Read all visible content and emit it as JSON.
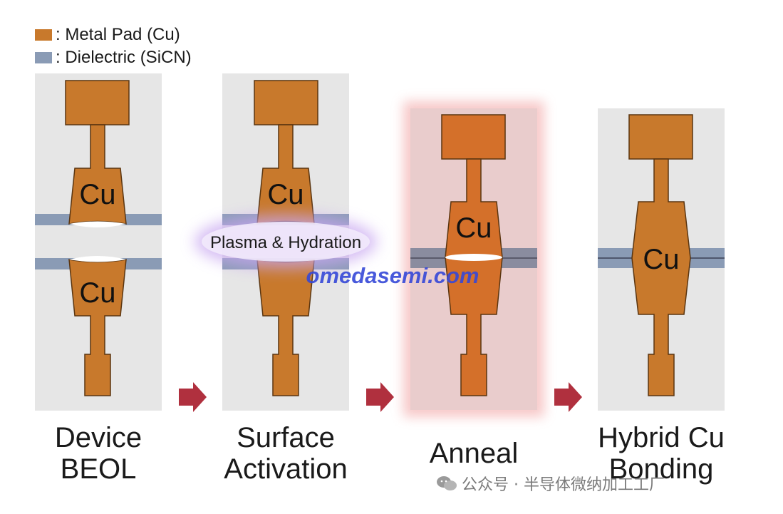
{
  "legend": {
    "items": [
      {
        "label": ": Metal Pad (Cu)",
        "color": "#C8792C"
      },
      {
        "label": ": Dielectric (SiCN)",
        "color": "#8A9BB5"
      }
    ]
  },
  "stages": [
    {
      "label": "Device\nBEOL"
    },
    {
      "label": "Surface\nActivation"
    },
    {
      "label": "Anneal"
    },
    {
      "label": "Hybrid Cu\nBonding"
    }
  ],
  "pad_text": "Cu",
  "plasma_text": "Plasma & Hydration",
  "watermark_text": "omedasemi.com",
  "footer": {
    "text": "公众号 · 半导体微纳加工工厂",
    "icon": "wechat-icon"
  },
  "colors": {
    "copper": "#C8792C",
    "copper_dark": "#5a3510",
    "copper_anneal": "#D4702A",
    "dielectric": "#8A9BB5",
    "panel_bg": "#E6E6E6",
    "anneal_bg": "#E9CCCC",
    "arrow": "#B0303E",
    "watermark": "#3548D8"
  }
}
